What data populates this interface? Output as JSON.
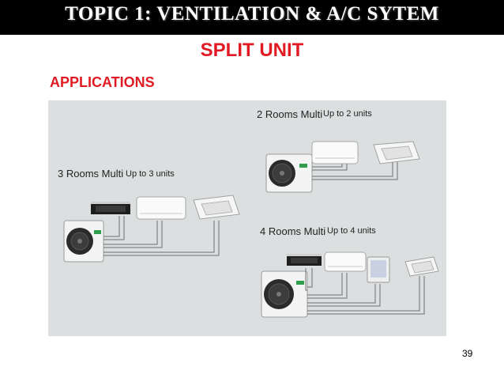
{
  "slide": {
    "title": "TOPIC 1: VENTILATION & A/C SYTEM",
    "subtitle": "SPLIT UNIT",
    "heading": "APPLICATIONS",
    "page_number": "39"
  },
  "figure": {
    "groups": [
      {
        "name": "2 Rooms Multi",
        "capacity": "Up to 2 units"
      },
      {
        "name": "3 Rooms Multi",
        "capacity": "Up to 3 units"
      },
      {
        "name": "4 Rooms Multi",
        "capacity": "Up to 4 units"
      }
    ]
  },
  "colors": {
    "header_bg": "#000000",
    "accent_red": "#e01b24",
    "figure_bg": "#dcdfe0"
  }
}
